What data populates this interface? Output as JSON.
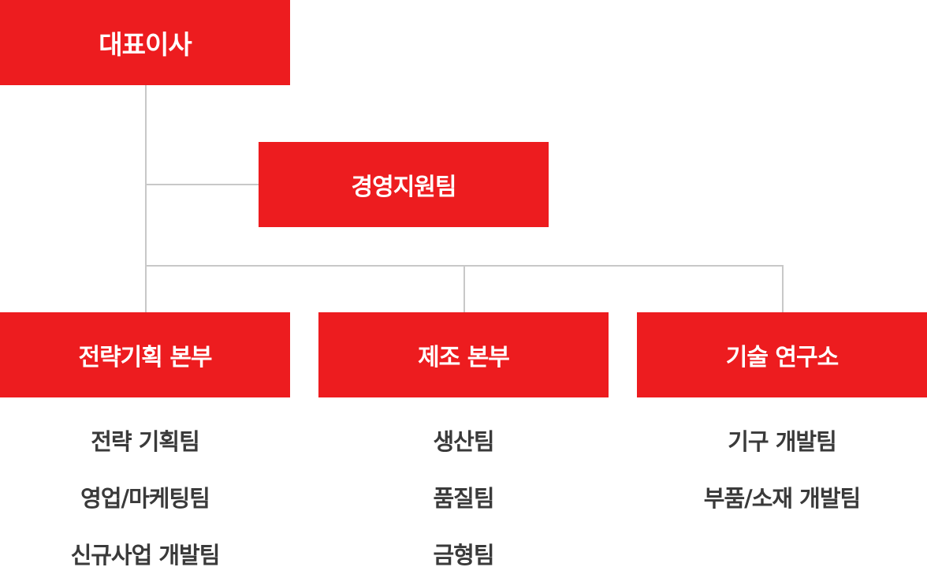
{
  "org": {
    "ceo": "대표이사",
    "support_team": "경영지원팀",
    "divisions": [
      {
        "name": "전략기획 본부",
        "teams": [
          "전략 기획팀",
          "영업/마케팅팀",
          "신규사업 개발팀"
        ]
      },
      {
        "name": "제조 본부",
        "teams": [
          "생산팀",
          "품질팀",
          "금형팀"
        ]
      },
      {
        "name": "기술 연구소",
        "teams": [
          "기구 개발팀",
          "부품/소재 개발팀"
        ]
      }
    ]
  },
  "colors": {
    "box_fill": "#ed1c1f",
    "box_text": "#ffffff",
    "connector": "#c8c8c8",
    "team_text": "#3a3a3a"
  }
}
